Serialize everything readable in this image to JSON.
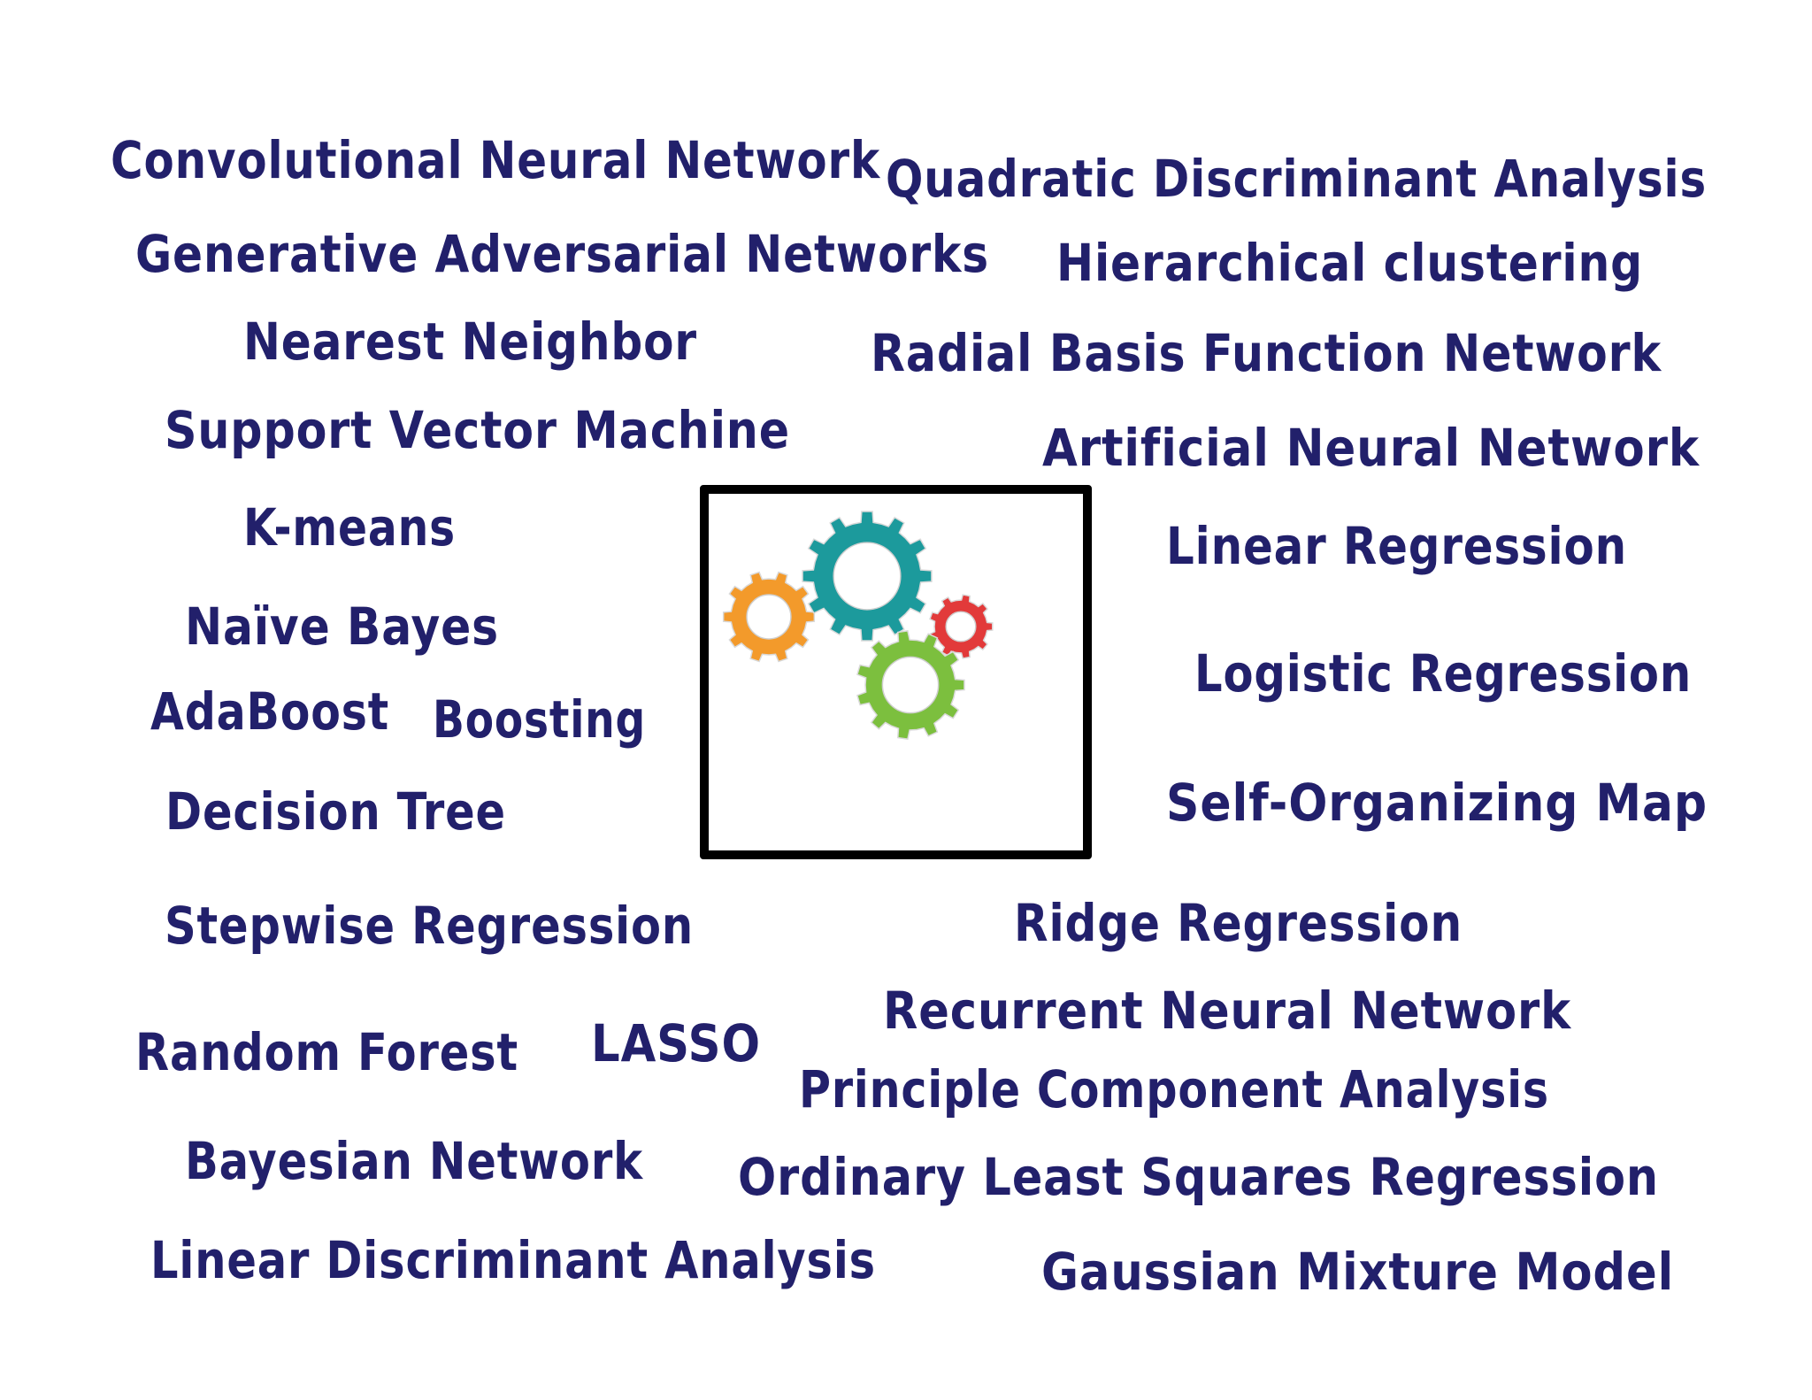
{
  "terms": {
    "cnn": "Convolutional Neural Network",
    "qda": "Quadratic Discriminant Analysis",
    "gan": "Generative Adversarial Networks",
    "hierarchical": "Hierarchical clustering",
    "nearest_neighbor": "Nearest Neighbor",
    "rbf": "Radial Basis Function Network",
    "svm": "Support Vector Machine",
    "ann": "Artificial Neural Network",
    "kmeans": "K-means",
    "linear_regression": "Linear Regression",
    "naive_bayes": "Naïve Bayes",
    "logistic_regression": "Logistic Regression",
    "adaboost": "AdaBoost",
    "boosting": "Boosting",
    "decision_tree": "Decision Tree",
    "som": "Self-Organizing Map",
    "stepwise": "Stepwise Regression",
    "ridge": "Ridge Regression",
    "rnn": "Recurrent Neural Network",
    "random_forest": "Random Forest",
    "lasso": "LASSO",
    "pca": "Principle Component Analysis",
    "bayesian_network": "Bayesian Network",
    "ols": "Ordinary Least Squares Regression",
    "lda": "Linear Discriminant Analysis",
    "gmm": "Gaussian Mixture Model"
  },
  "gears": [
    {
      "name": "orange-gear-icon",
      "color": "#f39a2b"
    },
    {
      "name": "teal-gear-icon",
      "color": "#1c9a9c"
    },
    {
      "name": "red-gear-icon",
      "color": "#e23a3a"
    },
    {
      "name": "green-gear-icon",
      "color": "#7cbf3e"
    }
  ],
  "colors": {
    "text": "#22206b",
    "frame": "#000000",
    "background": "#ffffff"
  }
}
